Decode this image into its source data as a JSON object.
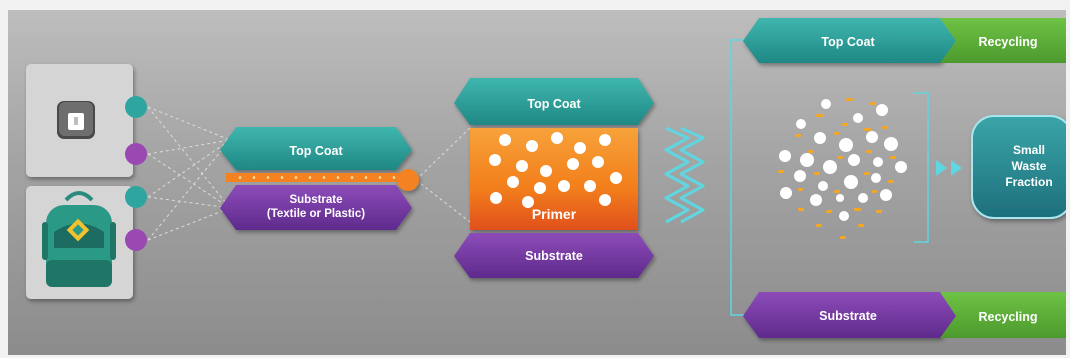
{
  "left_stack": {
    "top_coat": "Top Coat",
    "substrate_line1": "Substrate",
    "substrate_line2": "(Textile or Plastic)"
  },
  "middle_stack": {
    "top_coat": "Top Coat",
    "primer": "Primer",
    "substrate": "Substrate"
  },
  "right_panel": {
    "top_coat": "Top Coat",
    "top_recycling": "Recycling",
    "substrate": "Substrate",
    "bottom_recycling": "Recycling",
    "small_waste_line1": "Small",
    "small_waste_line2": "Waste",
    "small_waste_line3": "Fraction"
  },
  "icons": {
    "product_1": "phone-icon",
    "product_2": "backpack-icon"
  },
  "colors": {
    "teal": "#2fa5a0",
    "purple": "#7b3aa6",
    "orange": "#f58220",
    "green": "#5cae3a",
    "cyan_line": "#5fd6e0"
  }
}
